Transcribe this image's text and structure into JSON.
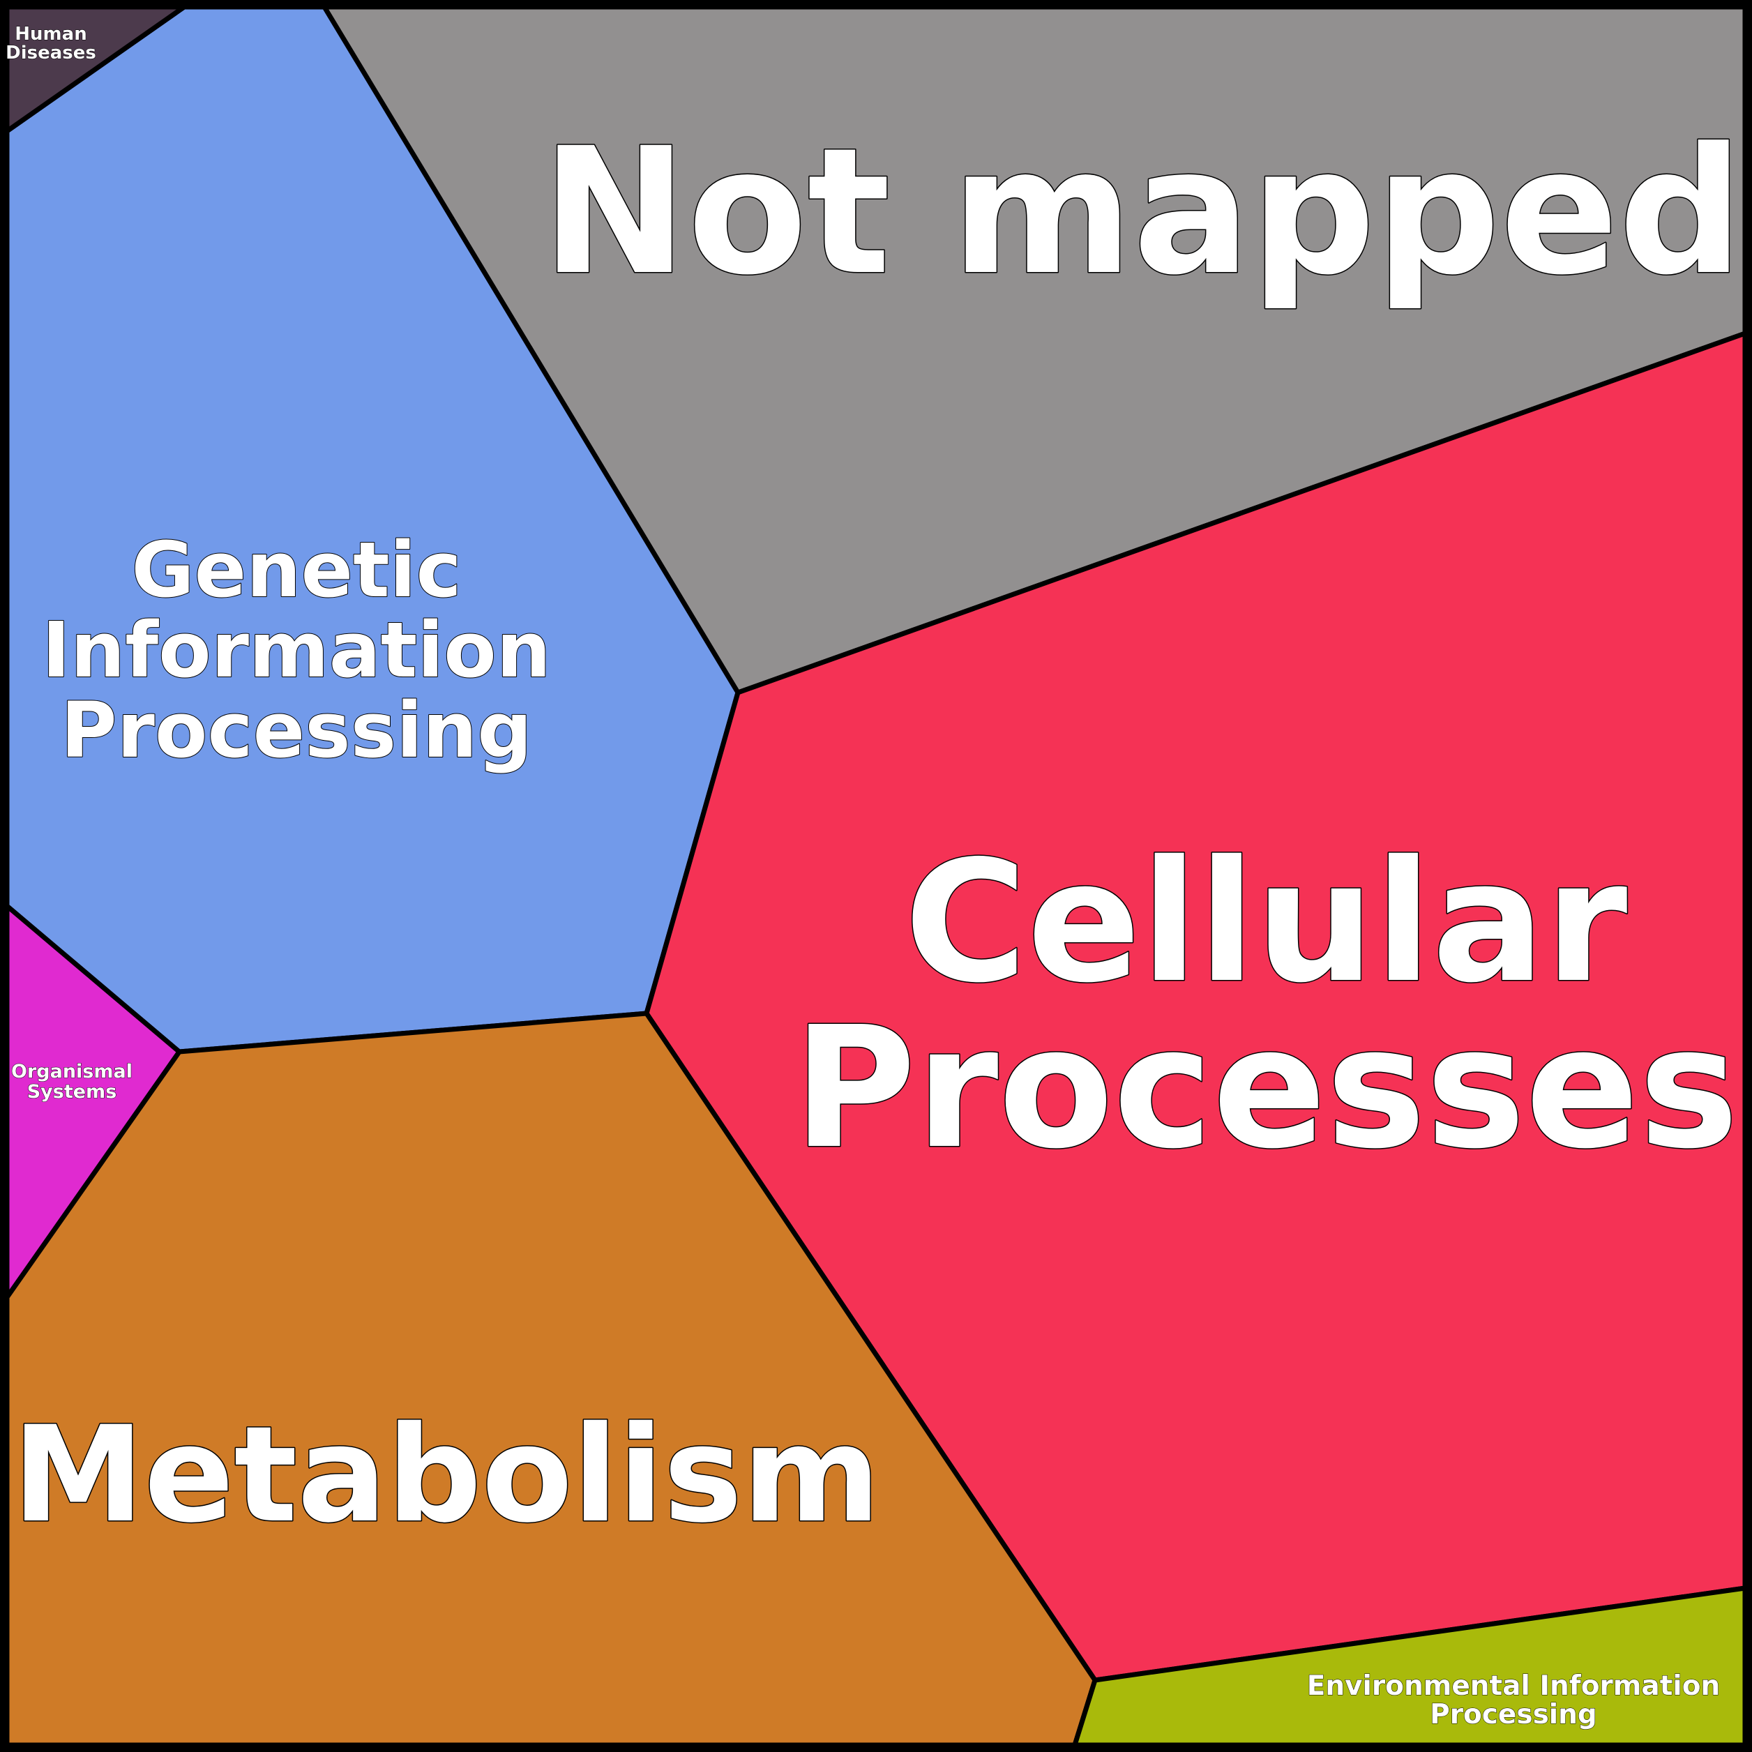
{
  "cells": [
    {
      "id": "not-mapped",
      "label": [
        "Not mapped"
      ],
      "color": "#929090"
    },
    {
      "id": "genetic-information-processing",
      "label": [
        "Genetic",
        "Information",
        "Processing"
      ],
      "color": "#729aea"
    },
    {
      "id": "cellular-processes",
      "label": [
        "Cellular",
        "Processes"
      ],
      "color": "#f53255"
    },
    {
      "id": "metabolism",
      "label": [
        "Metabolism"
      ],
      "color": "#cf7b27"
    },
    {
      "id": "organismal-systems",
      "label": [
        "Organismal",
        "Systems"
      ],
      "color": "#e02ad0"
    },
    {
      "id": "human-diseases",
      "label": [
        "Human",
        "Diseases"
      ],
      "color": "#4c3a4c"
    },
    {
      "id": "environmental-information-processing",
      "label": [
        "Environmental Information",
        "Processing"
      ],
      "color": "#a9ba0b"
    }
  ]
}
